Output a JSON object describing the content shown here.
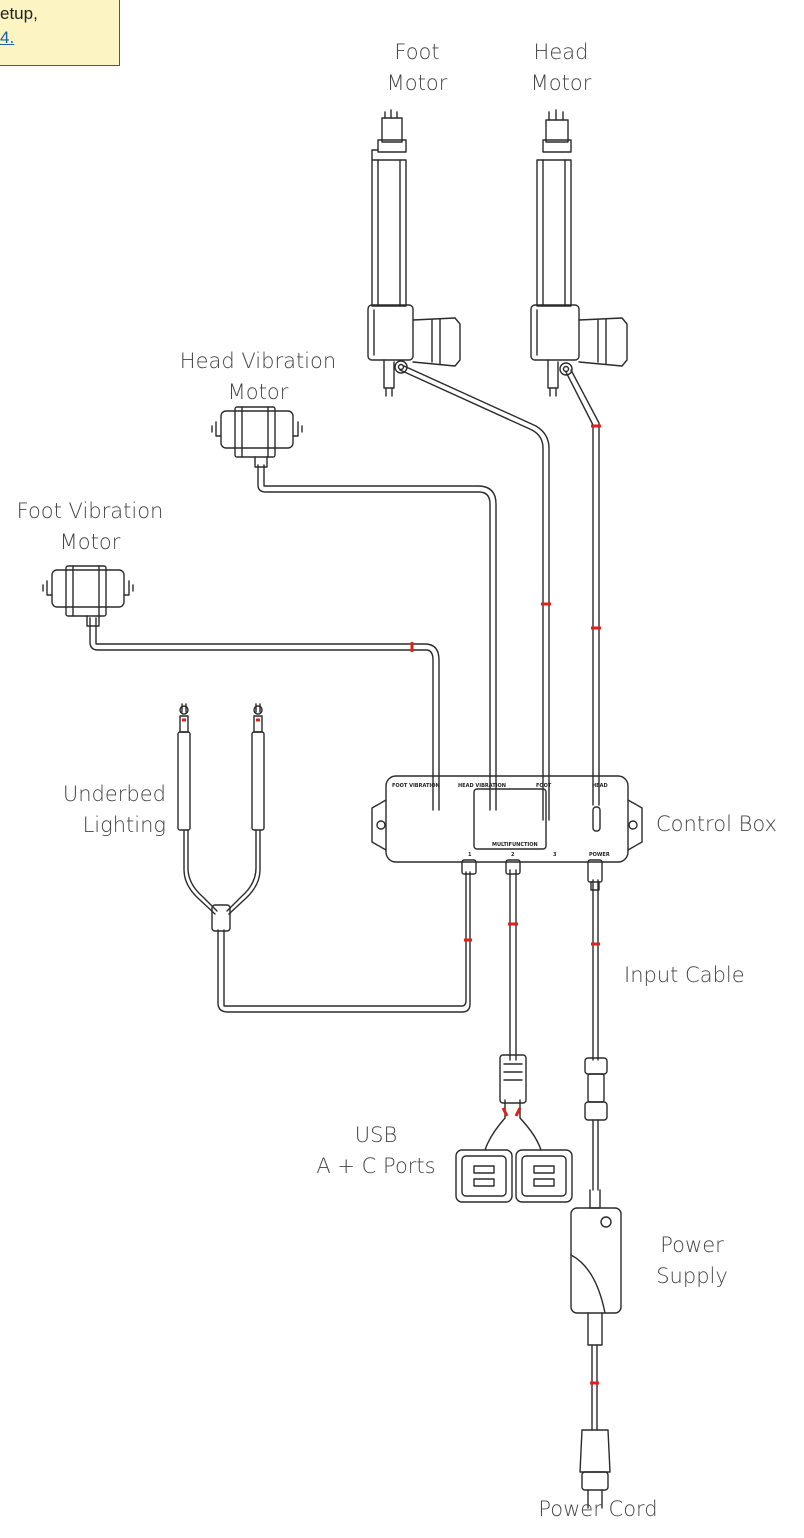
{
  "note": {
    "line1": "etup,",
    "line2": "4."
  },
  "labels": {
    "foot_motor": [
      "Foot",
      "Motor"
    ],
    "head_motor": [
      "Head",
      "Motor"
    ],
    "head_vibration": [
      "Head Vibration",
      "Motor"
    ],
    "foot_vibration": [
      "Foot Vibration",
      "Motor"
    ],
    "underbed": [
      "Underbed",
      "Lighting"
    ],
    "control_box": "Control Box",
    "input_cable": "Input Cable",
    "usb": [
      "USB",
      "A + C Ports"
    ],
    "power_supply": [
      "Power",
      "Supply"
    ],
    "power_cord": "Power Cord"
  },
  "box_ports": {
    "top": [
      "FOOT VIBRATION",
      "HEAD VIBRATION",
      "FOOT",
      "HEAD"
    ],
    "multifunction": "MULTIFUNCTION",
    "bottom": [
      "1",
      "2",
      "3",
      "POWER"
    ]
  },
  "colors": {
    "line": "#2b2b2b",
    "accent": "#e0201b",
    "note_bg": "#fdf4c4",
    "link": "#1a5fa8"
  }
}
